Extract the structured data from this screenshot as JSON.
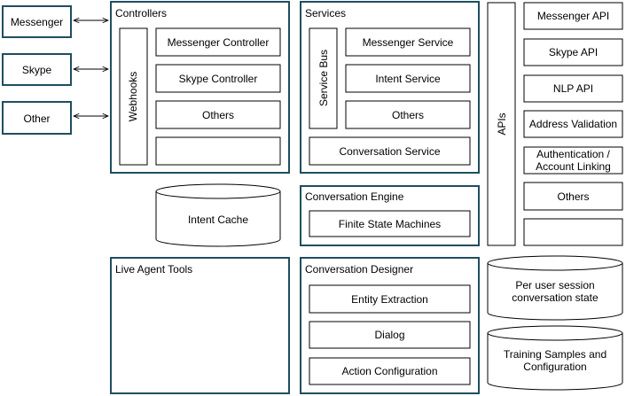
{
  "channels": [
    "Messenger",
    "Skype",
    "Other"
  ],
  "controllers": {
    "title": "Controllers",
    "webhooks_label": "Webhooks",
    "items": [
      "Messenger Controller",
      "Skype Controller",
      "Others",
      ""
    ]
  },
  "services": {
    "title": "Services",
    "bus_label": "Service Bus",
    "items": [
      "Messenger Service",
      "Intent Service",
      "Others",
      "Conversation Service"
    ]
  },
  "apis": {
    "label": "APIs",
    "items": [
      "Messenger API",
      "Skype API",
      "NLP API",
      "Address Validation",
      "Authentication /\nAccount Linking",
      "Others",
      ""
    ]
  },
  "intent_cache": "Intent Cache",
  "conversation_engine": {
    "title": "Conversation Engine",
    "items": [
      "Finite State Machines"
    ]
  },
  "live_agent_tools": {
    "title": "Live Agent Tools"
  },
  "conversation_designer": {
    "title": "Conversation Designer",
    "items": [
      "Entity Extraction",
      "Dialog",
      "Action Configuration"
    ]
  },
  "stores": [
    "Per user session\nconversation state",
    "Training Samples and\nConfiguration"
  ]
}
